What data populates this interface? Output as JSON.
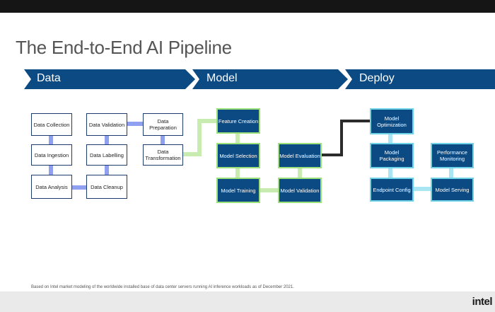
{
  "title": "The End-to-End AI Pipeline",
  "stages": [
    "Data",
    "Model",
    "Deploy"
  ],
  "colors": {
    "stage_banner": "#0b4a82",
    "model_box": "#0b4a82",
    "data_connector": "#8fa0f0",
    "model_connector": "#c8ebb0",
    "eval_to_optimization": "#2b2b2b",
    "deploy_connector": "#a8e6f4"
  },
  "boxes": {
    "data_collection": "Data Collection",
    "data_ingestion": "Data Ingestion",
    "data_analysis": "Data Analysis",
    "data_validation": "Data Validation",
    "data_labelling": "Data Labelling",
    "data_cleanup": "Data Cleanup",
    "data_preparation": "Data Preparation",
    "data_transformation": "Data\nTransformation",
    "feature_creation": "Feature Creation",
    "model_selection": "Model Selection",
    "model_training": "Model Training",
    "model_evaluation": "Model Evaluation",
    "model_validation": "Model Validation",
    "model_optimization": "Model\nOptimization",
    "model_packaging": "Model\nPackaging",
    "endpoint_config": "Endpoint Config",
    "performance_monitoring": "Performance\nMonitoring",
    "model_serving": "Model Serving"
  },
  "footnote": "Based on Intel market modeling of the worldwide installed base of data center servers running AI inference workloads as of December 2021.",
  "logo": "intel"
}
